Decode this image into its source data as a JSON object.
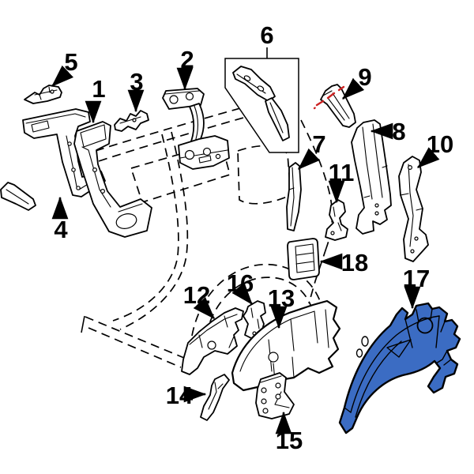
{
  "diagram": {
    "labels": [
      "1",
      "2",
      "3",
      "4",
      "5",
      "6",
      "7",
      "8",
      "9",
      "10",
      "11",
      "12",
      "13",
      "14",
      "15",
      "16",
      "17",
      "18"
    ],
    "highlighted_part_label": "17",
    "colors": {
      "background": "#ffffff",
      "line": "#000000",
      "highlight_fill": "#3b6cc3",
      "marker_red": "#cc2222"
    }
  }
}
